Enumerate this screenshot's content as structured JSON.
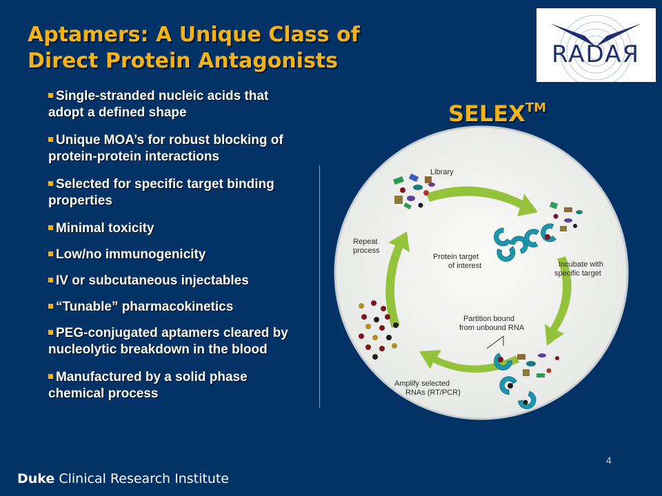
{
  "slide": {
    "title_lines": [
      "Aptamers: A Unique Class of",
      "Direct Protein Antagonists"
    ],
    "bullets": [
      "Single-stranded nucleic acids that adopt a defined shape",
      "Unique MOA’s for robust blocking of protein-protein interactions",
      "Selected for specific target binding properties",
      "Minimal toxicity",
      "Low/no immunogenicity",
      "IV or subcutaneous injectables",
      "“Tunable” pharmacokinetics",
      "PEG-conjugated aptamers cleared by nucleolytic breakdown in the blood",
      "Manufactured by a solid phase chemical process"
    ],
    "selex_label": "SELEX",
    "selex_sup": "TM",
    "page_number": "4",
    "footer_bold": "Duke",
    "footer_rest": " Clinical Research Institute"
  },
  "logo": {
    "text": "RADAR",
    "icon": "radar-logo-icon"
  },
  "diagram": {
    "labels": {
      "library": "Library",
      "incubate": [
        "Incubate with",
        "specific target"
      ],
      "partition": [
        "Partition bound",
        "from unbound RNA"
      ],
      "amplify": [
        "Amplify selected",
        "RNAs (RT/PCR)"
      ],
      "repeat": [
        "Repeat",
        "process"
      ],
      "target": [
        "Protein target",
        "of interest"
      ]
    },
    "icons": [
      "cycle-arrow-icon",
      "protein-target-icon",
      "rna-molecule-icon"
    ]
  },
  "colors": {
    "background": "#033266",
    "title_gold": "#f2b21c",
    "arrow_green": "#94c23a",
    "protein_teal": "#1f94ad",
    "circle_fill": "#f2f3f1"
  }
}
